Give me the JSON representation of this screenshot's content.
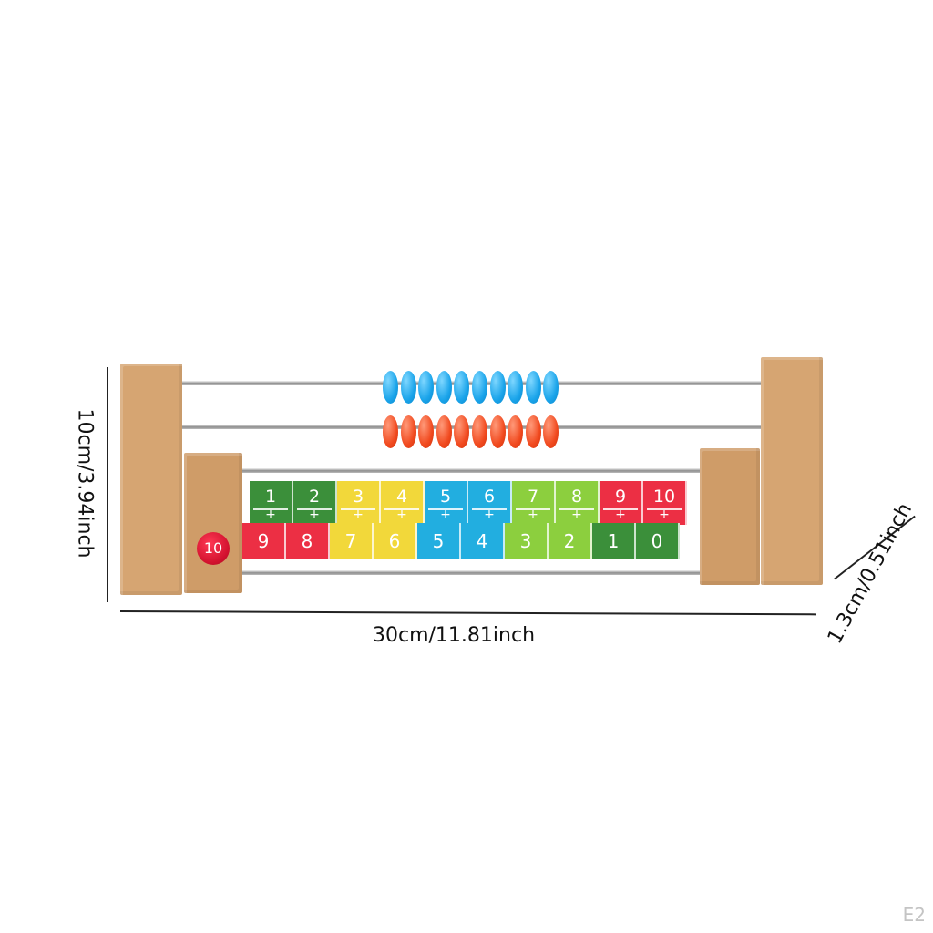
{
  "dimensions": {
    "height_label": "10cm/3.94inch",
    "width_label": "30cm/11.81inch",
    "depth_label": "1.3cm/0.51inch"
  },
  "beads": {
    "top_row_count": 10,
    "bottom_row_count": 10,
    "top_color": "#1aa4ea",
    "bottom_color": "#f14a1f"
  },
  "tiles_top": [
    {
      "num": "1",
      "sign": "+",
      "color": "#3b8f3a"
    },
    {
      "num": "2",
      "sign": "+",
      "color": "#3b8f3a"
    },
    {
      "num": "3",
      "sign": "+",
      "color": "#f2d83a"
    },
    {
      "num": "4",
      "sign": "+",
      "color": "#f2d83a"
    },
    {
      "num": "5",
      "sign": "+",
      "color": "#22aee0"
    },
    {
      "num": "6",
      "sign": "+",
      "color": "#22aee0"
    },
    {
      "num": "7",
      "sign": "+",
      "color": "#8ccf3e"
    },
    {
      "num": "8",
      "sign": "+",
      "color": "#8ccf3e"
    },
    {
      "num": "9",
      "sign": "+",
      "color": "#ec2f44"
    },
    {
      "num": "10",
      "sign": "+",
      "color": "#ec2f44"
    }
  ],
  "tiles_bottom": [
    {
      "num": "9",
      "color": "#ec2f44"
    },
    {
      "num": "8",
      "color": "#ec2f44"
    },
    {
      "num": "7",
      "color": "#f2d83a"
    },
    {
      "num": "6",
      "color": "#f2d83a"
    },
    {
      "num": "5",
      "color": "#22aee0"
    },
    {
      "num": "4",
      "color": "#22aee0"
    },
    {
      "num": "3",
      "color": "#8ccf3e"
    },
    {
      "num": "2",
      "color": "#8ccf3e"
    },
    {
      "num": "1",
      "color": "#3b8f3a"
    },
    {
      "num": "0",
      "color": "#3b8f3a"
    }
  ],
  "red_dot_label": "10",
  "corner_mark": "E2",
  "colors": {
    "wood": "#d6a572",
    "rod": "#9a9a9a"
  }
}
